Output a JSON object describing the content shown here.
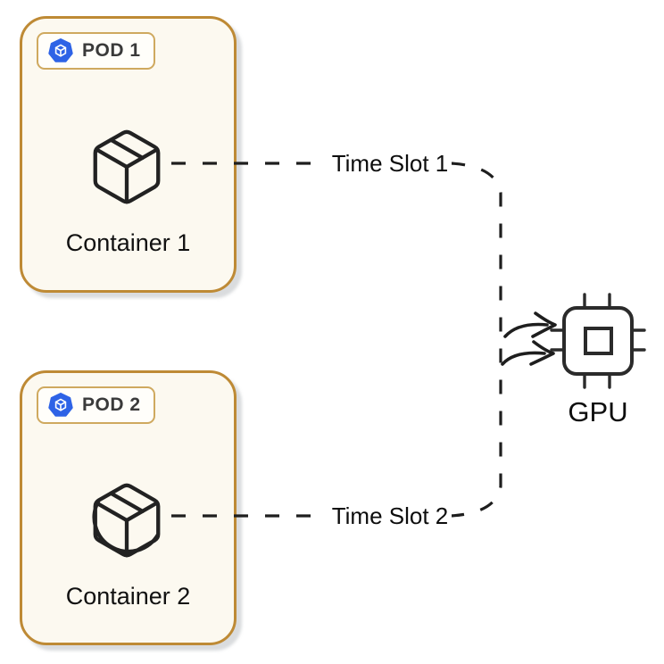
{
  "pods": [
    {
      "badge": "POD 1",
      "container": "Container 1"
    },
    {
      "badge": "POD 2",
      "container": "Container 2"
    }
  ],
  "connections": [
    {
      "label": "Time Slot 1"
    },
    {
      "label": "Time Slot 2"
    }
  ],
  "gpu": {
    "label": "GPU"
  },
  "icons": {
    "pod_badge": "kubernetes-pod-icon (blue heptagon with white cube)",
    "container": "package-box-icon",
    "gpu": "chip-icon",
    "arrows": "curved-arrow-icon x2"
  },
  "colors": {
    "pod_border": "#BE8A35",
    "pod_background": "#FCF9F0",
    "badge_border": "#CFA95F",
    "badge_background": "#FFFEFA",
    "kubernetes_blue": "#2E63E6",
    "line": "#1E1E1E",
    "text": "#111111",
    "shadow": "#949AA0"
  }
}
